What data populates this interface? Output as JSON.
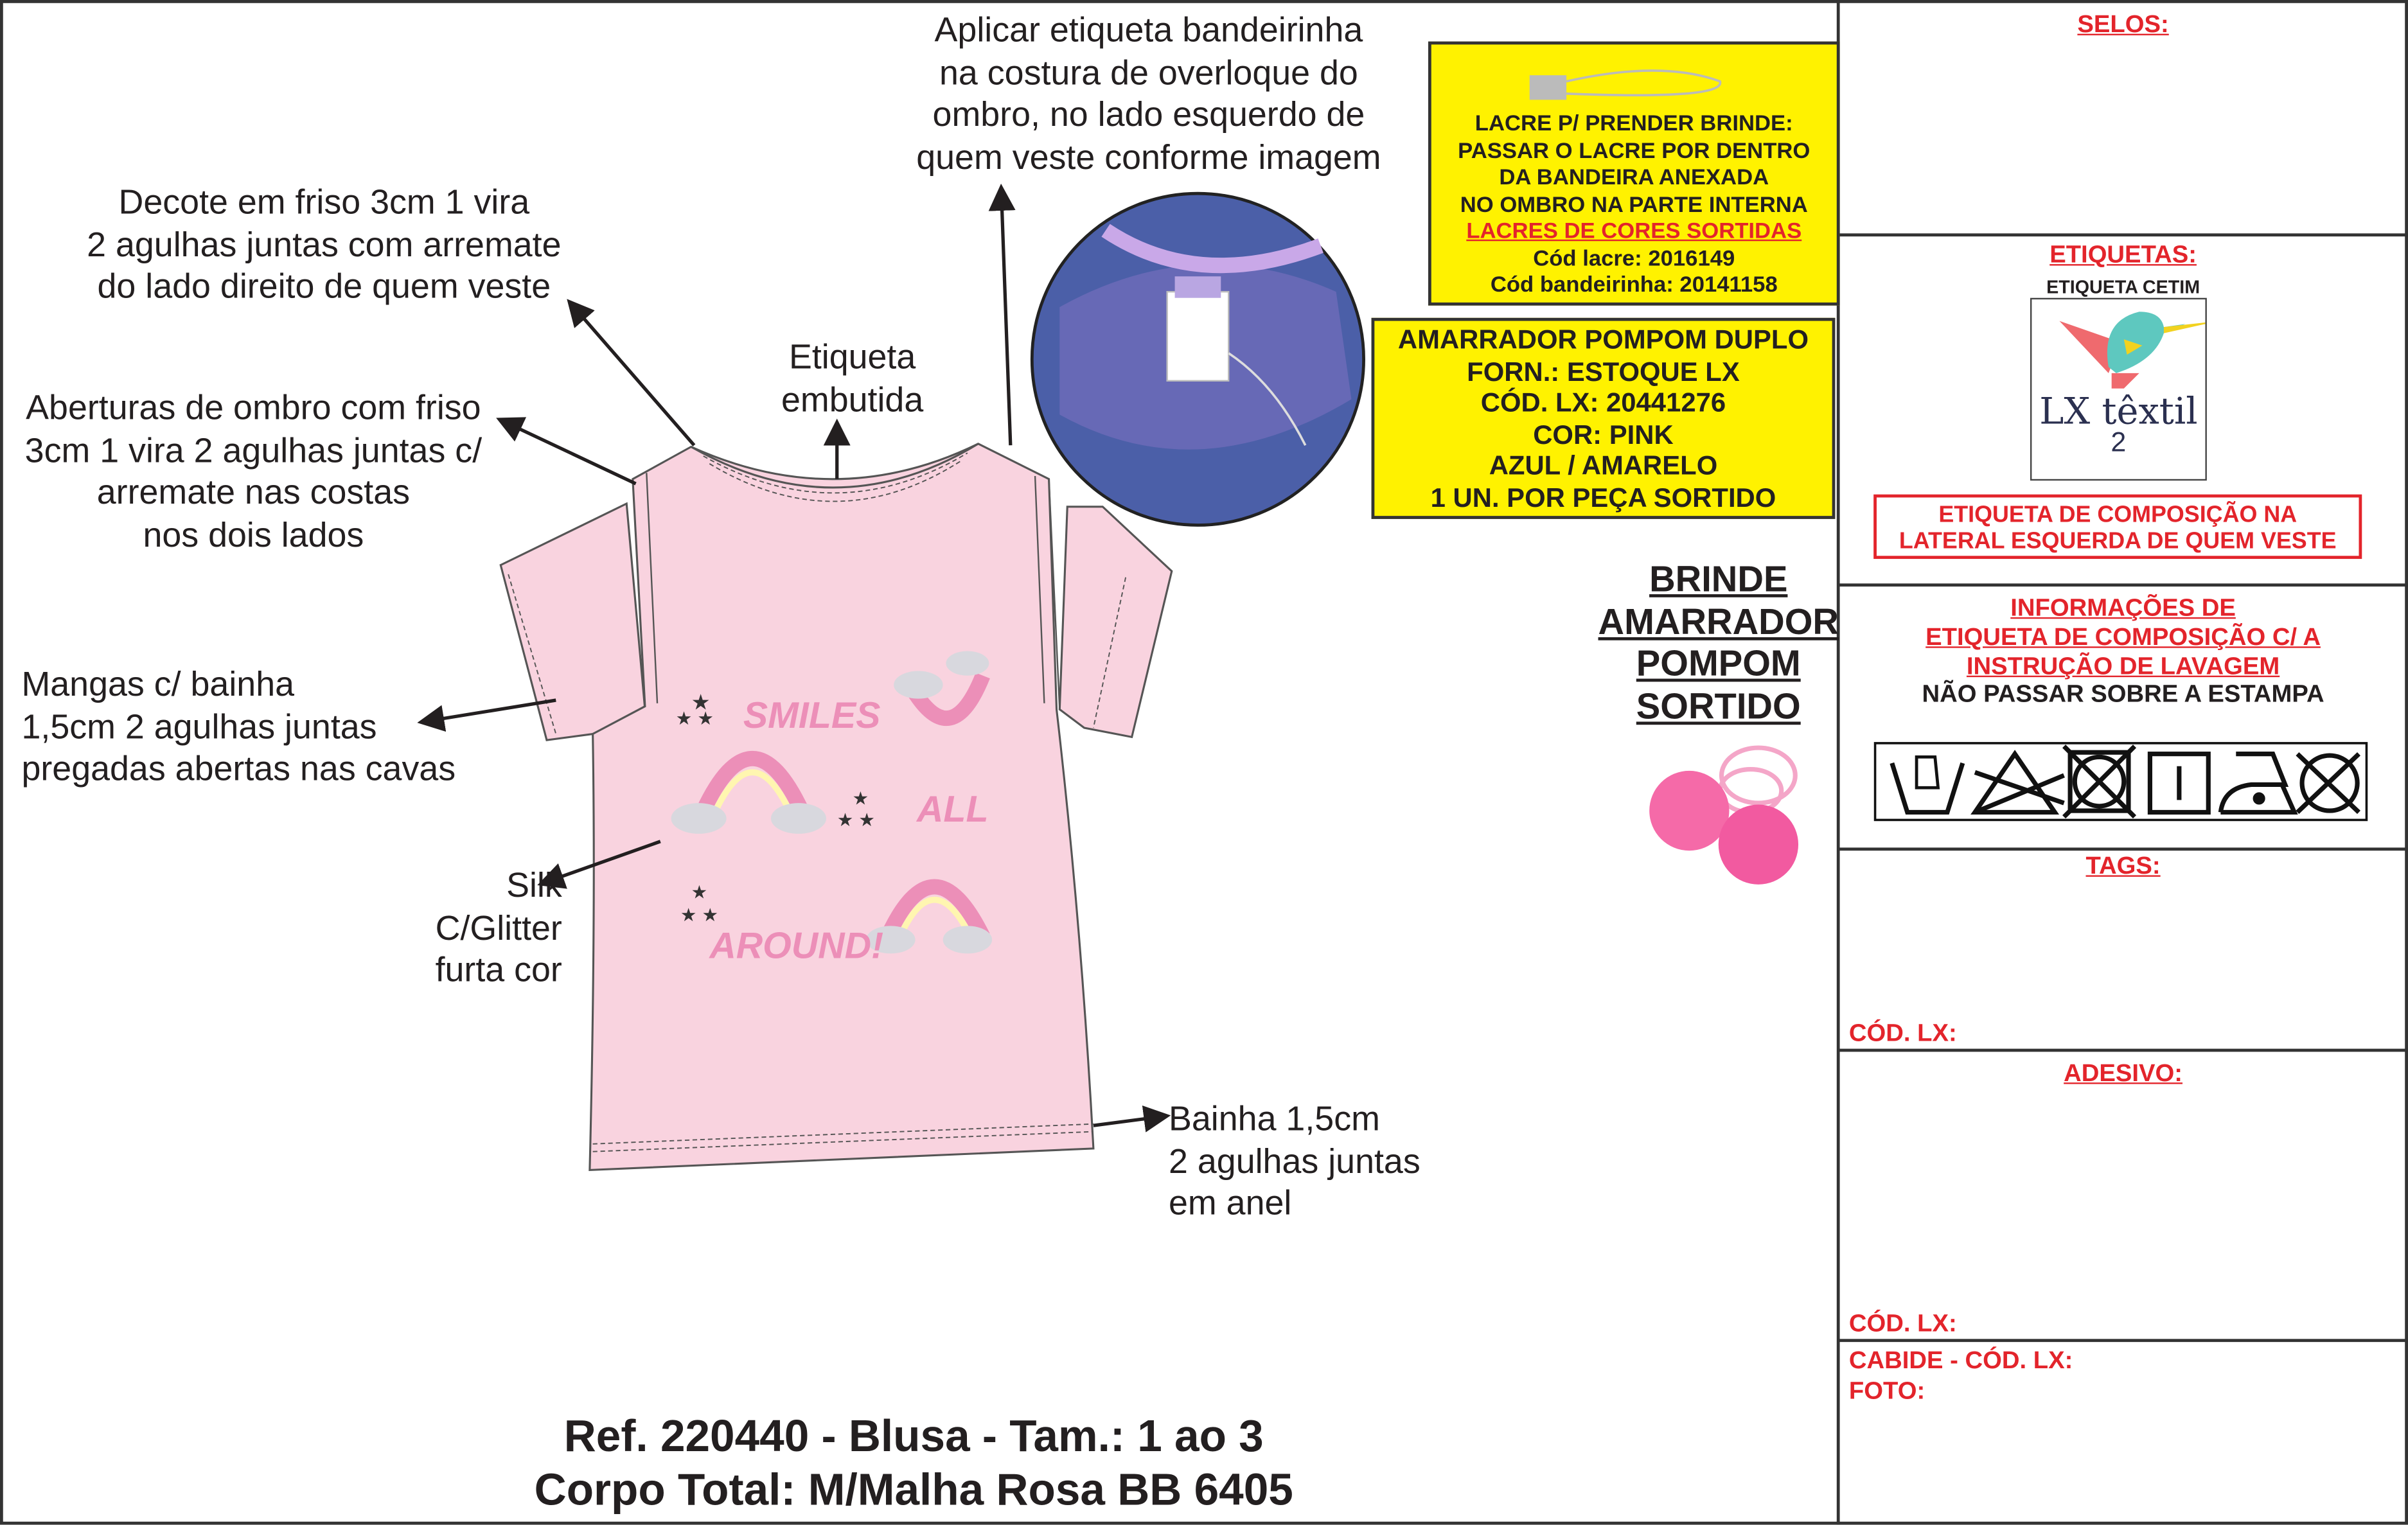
{
  "notes": {
    "aplicar": [
      "Aplicar etiqueta bandeirinha",
      "na costura de overloque do",
      "ombro, no lado esquerdo de",
      "quem veste conforme imagem"
    ],
    "decote": [
      "Decote em friso 3cm 1 vira",
      "2 agulhas juntas com arremate",
      "do lado direito de quem veste"
    ],
    "etiqueta": [
      "Etiqueta",
      "embutida"
    ],
    "aberturas": [
      "Aberturas de ombro com friso",
      "3cm 1 vira 2 agulhas juntas c/",
      "arremate nas costas",
      "nos dois lados"
    ],
    "mangas": [
      "Mangas c/ bainha",
      "1,5cm 2 agulhas juntas",
      "pregadas abertas nas cavas"
    ],
    "silk": [
      "Silk",
      "C/Glitter",
      "furta cor"
    ],
    "bainha": [
      "Bainha 1,5cm",
      "2 agulhas juntas",
      "em anel"
    ]
  },
  "print": {
    "words": [
      "SMILES",
      "ALL",
      "AROUND!"
    ]
  },
  "lacre_box": {
    "lines": [
      "LACRE P/ PRENDER BRINDE:",
      "PASSAR O LACRE POR DENTRO",
      "DA BANDEIRA ANEXADA",
      "NO OMBRO NA PARTE INTERNA"
    ],
    "highlight": "LACRES DE CORES SORTIDAS",
    "codes": [
      "Cód lacre: 2016149",
      "Cód bandeirinha: 20141158"
    ]
  },
  "amarrador_box": {
    "lines": [
      "AMARRADOR POMPOM DUPLO",
      "FORN.: ESTOQUE LX",
      "CÓD. LX: 20441276",
      "COR: PINK",
      "AZUL / AMARELO",
      "1 UN. POR PEÇA SORTIDO"
    ]
  },
  "brinde": [
    "BRINDE",
    "AMARRADOR",
    "POMPOM",
    "SORTIDO"
  ],
  "footer": {
    "line1": "Ref. 220440 - Blusa - Tam.: 1 ao 3",
    "line2": "Corpo Total: M/Malha Rosa BB 6405"
  },
  "panel": {
    "selos": "SELOS:",
    "etiquetas": "ETIQUETAS:",
    "etiqueta_cetim": "ETIQUETA CETIM",
    "logo_text": "LX têxtil",
    "logo_size": "2",
    "composicao": [
      "ETIQUETA DE COMPOSIÇÃO NA",
      "LATERAL ESQUERDA DE QUEM VESTE"
    ],
    "info": [
      "INFORMAÇÕES DE",
      "ETIQUETA DE COMPOSIÇÃO C/ A",
      "INSTRUÇÃO DE LAVAGEM"
    ],
    "nao_passar": "NÃO PASSAR SOBRE A ESTAMPA",
    "care_symbols": [
      "hand-wash-icon",
      "no-bleach-icon",
      "no-tumble-dry-icon",
      "line-dry-icon",
      "iron-low-icon",
      "no-dry-clean-icon"
    ],
    "tags": "TAGS:",
    "cod_lx_1": "CÓD. LX:",
    "adesivo": "ADESIVO:",
    "cod_lx_2": "CÓD. LX:",
    "cabide": "CABIDE - CÓD. LX:",
    "foto": "FOTO:"
  },
  "colors": {
    "shirt": "#f9d3df",
    "yellow": "#fff200",
    "red": "#e3242b",
    "pink_print": "#ec8fb8"
  }
}
